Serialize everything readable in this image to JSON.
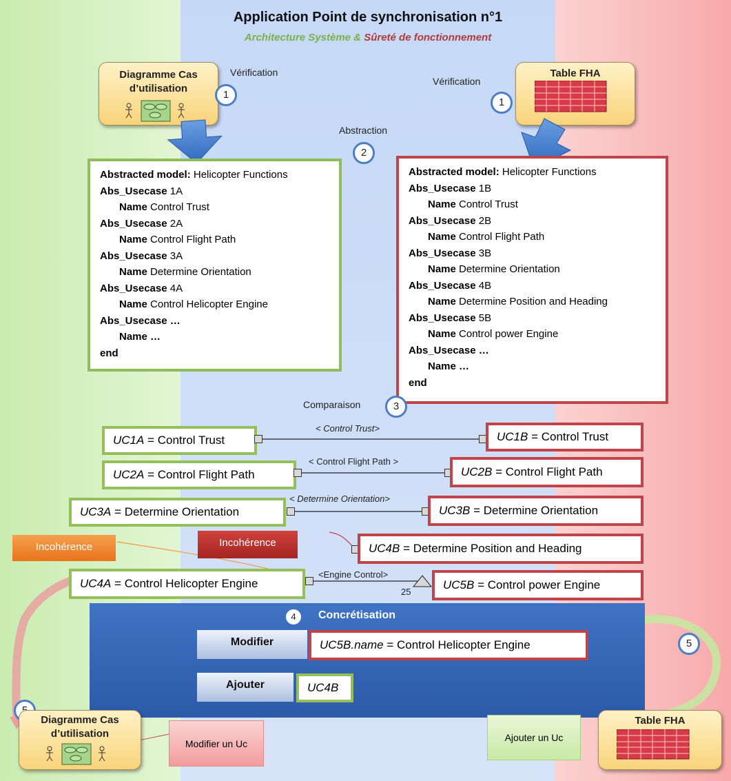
{
  "header": {
    "title": "Application Point de synchronisation n°1",
    "subtitle_part1": "Architecture Système &",
    "subtitle_part2": "Sûreté de fonctionnement"
  },
  "sources": {
    "left_box_line1": "Diagramme Cas",
    "left_box_line2": "d’utilisation",
    "right_box_title": "Table FHA"
  },
  "steps": {
    "verif_left": "Vérification",
    "verif_right": "Vérification",
    "abstraction": "Abstraction",
    "comparaison": "Comparaison",
    "n1": "1",
    "n2": "2",
    "n3": "3",
    "n4": "4",
    "n5": "5"
  },
  "model_left": {
    "header_bold": "Abstracted model:",
    "header_text": "Helicopter Functions",
    "usecases": [
      {
        "key": "Abs_Usecase",
        "id": "1A",
        "name_key": "Name",
        "name": "Control Trust"
      },
      {
        "key": "Abs_Usecase",
        "id": "2A",
        "name_key": "Name",
        "name": "Control Flight Path"
      },
      {
        "key": "Abs_Usecase",
        "id": "3A",
        "name_key": "Name",
        "name": "Determine Orientation"
      },
      {
        "key": "Abs_Usecase",
        "id": "4A",
        "name_key": "Name",
        "name": "Control Helicopter Engine"
      }
    ],
    "more_key": "Abs_Usecase …",
    "more_name": "Name …",
    "end": "end"
  },
  "model_right": {
    "header_bold": "Abstracted model:",
    "header_text": "Helicopter Functions",
    "usecases": [
      {
        "key": "Abs_Usecase",
        "id": "1B",
        "name_key": "Name",
        "name": "Control Trust"
      },
      {
        "key": "Abs_Usecase",
        "id": "2B",
        "name_key": "Name",
        "name": "Control Flight Path"
      },
      {
        "key": "Abs_Usecase",
        "id": "3B",
        "name_key": "Name",
        "name": "Determine Orientation"
      },
      {
        "key": "Abs_Usecase",
        "id": "4B",
        "name_key": "Name",
        "name": "Determine Position and Heading"
      },
      {
        "key": "Abs_Usecase",
        "id": "5B",
        "name_key": "Name",
        "name": "Control power Engine"
      }
    ],
    "more_key": "Abs_Usecase …",
    "more_name": "Name …",
    "end": "end"
  },
  "comparison": {
    "uc1a_id": "UC1A",
    "uc1a_text": "= Control Trust",
    "uc1b_id": "UC1B",
    "uc1b_text": "= Control Trust",
    "link1": "< Control Trust>",
    "uc2a_id": "UC2A",
    "uc2a_text": "= Control Flight Path",
    "uc2b_id": "UC2B",
    "uc2b_text": "= Control Flight Path",
    "link2": "< Control Flight Path >",
    "uc3a_id": "UC3A",
    "uc3a_text": "= Determine Orientation",
    "uc3b_id": "UC3B",
    "uc3b_text": "= Determine Orientation",
    "link3": "< Determine Orientation>",
    "uc4b_id": "UC4B",
    "uc4b_text": "= Determine Position and Heading",
    "uc4a_id": "UC4A",
    "uc4a_text": "= Control Helicopter Engine",
    "uc5b_id": "UC5B",
    "uc5b_text": "= Control power Engine",
    "link4": "<Engine Control>",
    "link4_num": "25",
    "incoherence_left": "Incohérence",
    "incoherence_right": "Incohérence"
  },
  "concretisation": {
    "title": "Concrétisation",
    "modify_btn": "Modifier",
    "modify_id": "UC5B.name",
    "modify_text": "= Control Helicopter Engine",
    "add_btn": "Ajouter",
    "add_value": "UC4B"
  },
  "notes": {
    "modify_uc": "Modifier un Uc",
    "add_uc": "Ajouter un Uc"
  },
  "bottom": {
    "left_box_line1": "Diagramme Cas",
    "left_box_line2": "d’utilisation",
    "right_box_title": "Table FHA"
  },
  "colors": {
    "green_border": "#8fbd5b",
    "red_border": "#c0444a",
    "step_circle": "#4b7ec4",
    "concretisation_bg": "#2b5aa8",
    "incoherence_orange": "#f07d1e",
    "incoherence_red": "#b8302c"
  }
}
